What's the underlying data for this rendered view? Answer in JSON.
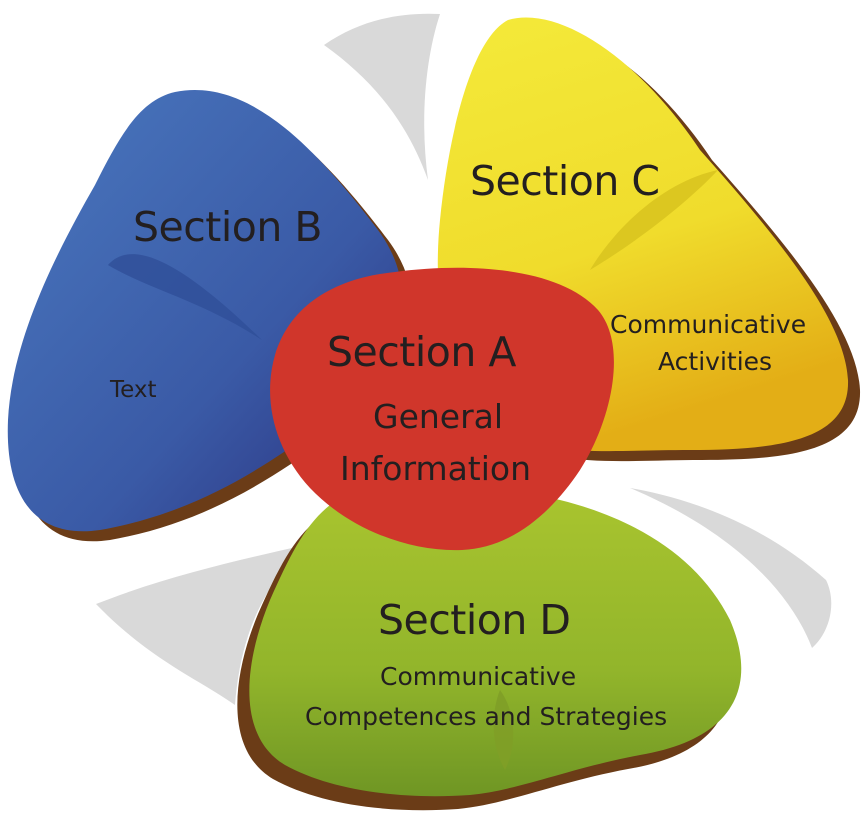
{
  "sections": [
    {
      "id": "A",
      "title": "Section A",
      "subtitle_lines": [
        "General",
        "Information"
      ],
      "color": "#d0362b"
    },
    {
      "id": "B",
      "title": "Section B",
      "subtitle_lines": [
        "Text"
      ],
      "color": "#3a5faa"
    },
    {
      "id": "C",
      "title": "Section C",
      "subtitle_lines": [
        "Communicative",
        "Activities"
      ],
      "color": "#f2df2c"
    },
    {
      "id": "D",
      "title": "Section D",
      "subtitle_lines": [
        "Communicative",
        "Competences and Strategies"
      ],
      "color": "#97b82b"
    }
  ],
  "colors": {
    "shadow": "#6b3c17",
    "swirl": "#d9d9d9"
  }
}
